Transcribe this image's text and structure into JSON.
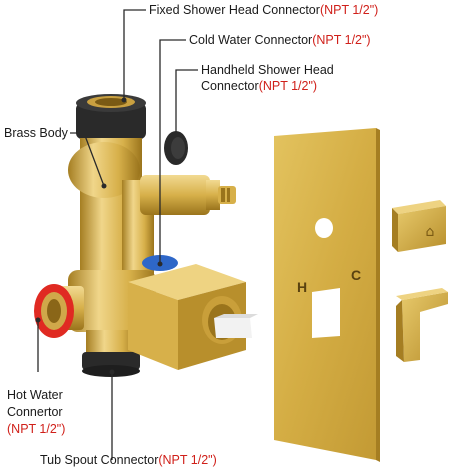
{
  "labels": {
    "fixed_shower": {
      "name": "Fixed Shower Head Connector",
      "spec": "(NPT 1/2\")"
    },
    "cold_water": {
      "name": "Cold Water Connector",
      "spec": "(NPT 1/2\")"
    },
    "handheld_line1": "Handheld Shower Head",
    "handheld_line2": {
      "name": "Connector",
      "spec": "(NPT 1/2\")"
    },
    "brass_body": "Brass Body",
    "hot_water_line1": "Hot Water",
    "hot_water_line2": "Connertor",
    "hot_water_spec": "(NPT 1/2\")",
    "tub_spout": {
      "name": "Tub Spout Connector",
      "spec": "(NPT 1/2\")"
    }
  },
  "plate_markings": {
    "hot": "H",
    "cold": "C"
  },
  "colors": {
    "brass": "#d7b04a",
    "brass_dark": "#a57e22",
    "brass_light": "#f0d68a",
    "hot_ring": "#e02a22",
    "cold_ring": "#2e67c8",
    "seal": "#2a2a2a",
    "spec_text": "#d0201a",
    "leader_line": "#2a2a2a"
  }
}
